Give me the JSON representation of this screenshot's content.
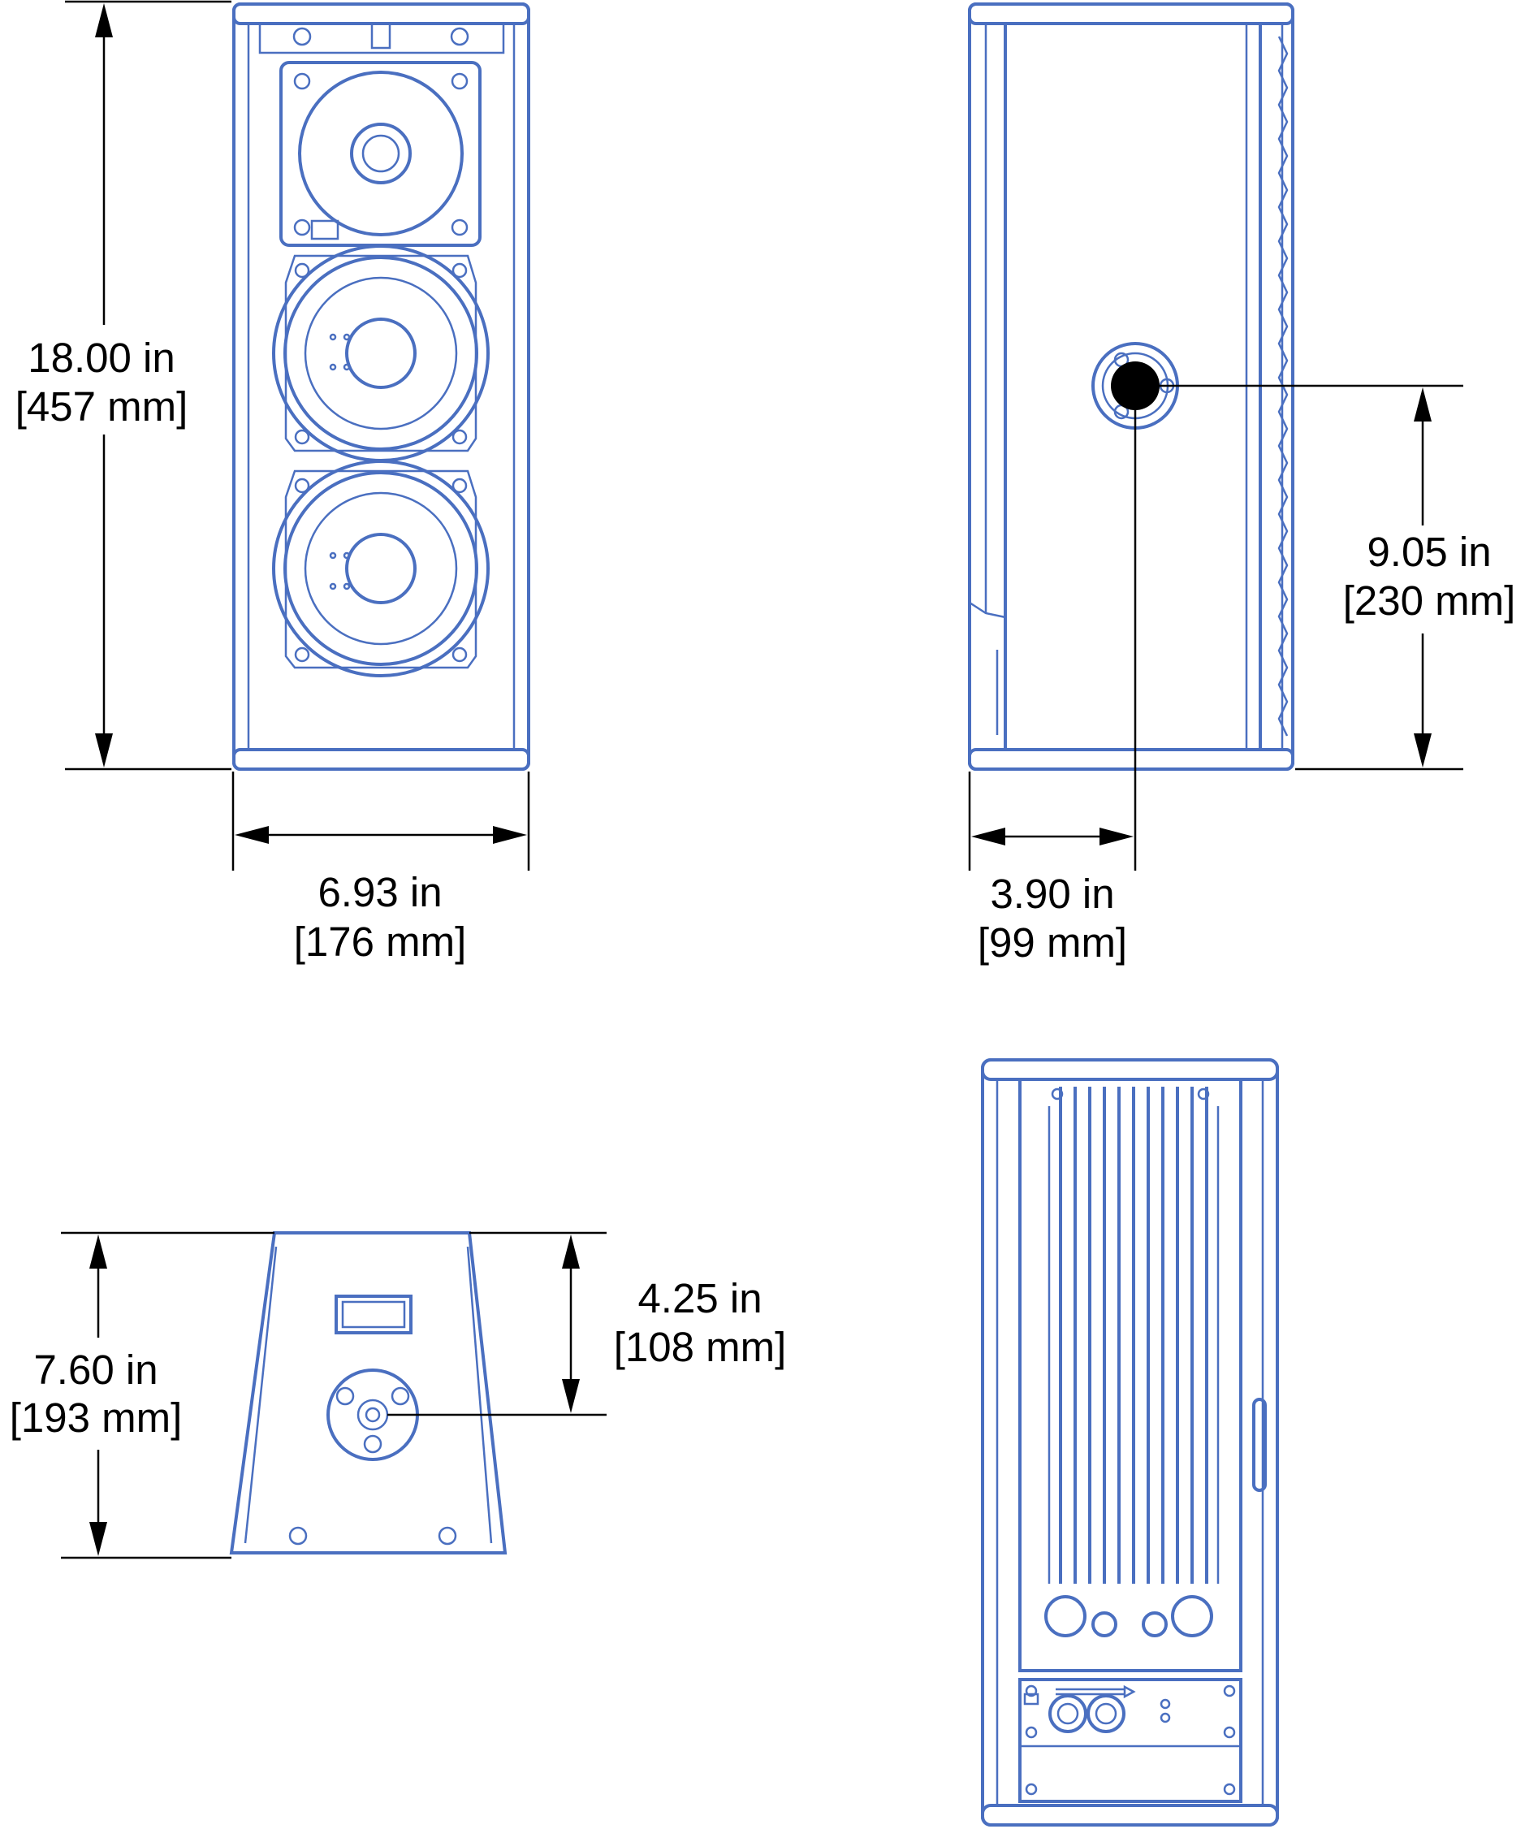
{
  "colors": {
    "outline": "#4a6fc0",
    "dimension": "#000000",
    "background": "#ffffff"
  },
  "dimensions": {
    "front_height": {
      "in": "18.00 in",
      "mm": "[457 mm]"
    },
    "front_width": {
      "in": "6.93 in",
      "mm": "[176 mm]"
    },
    "side_mount_height": {
      "in": "9.05 in",
      "mm": "[230 mm]"
    },
    "side_mount_depth": {
      "in": "3.90 in",
      "mm": "[99 mm]"
    },
    "top_depth": {
      "in": "7.60 in",
      "mm": "[193 mm]"
    },
    "top_mount_offset": {
      "in": "4.25 in",
      "mm": "[108 mm]"
    }
  }
}
